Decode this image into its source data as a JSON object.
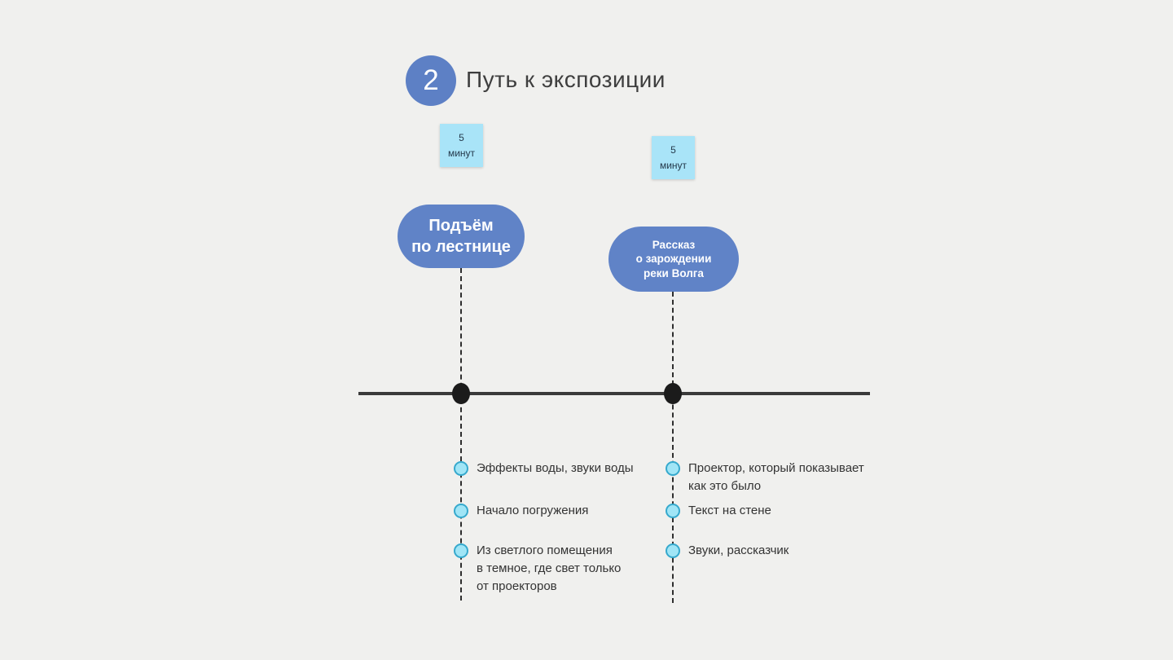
{
  "colors": {
    "background": "#f0f0ee",
    "accent_blue": "#6083c7",
    "sticky_blue": "#a9e4f8",
    "bullet_fill": "#a0e5f6",
    "bullet_border": "#36a9cd",
    "timeline_dark": "#3a3a3a",
    "text_dark": "#333333"
  },
  "header": {
    "step_number": "2",
    "title": "Путь к экспозиции"
  },
  "columns": [
    {
      "duration": {
        "value": "5",
        "unit": "минут"
      },
      "bubble_label": "Подъём\nпо лестнице",
      "notes": [
        "Эффекты воды, звуки воды",
        "Начало погружения",
        "Из светлого помещения\nв темное, где свет только\nот проекторов"
      ]
    },
    {
      "duration": {
        "value": "5",
        "unit": "минут"
      },
      "bubble_label": "Рассказ\nо зарождении\nреки Волга",
      "notes": [
        "Проектор, который показывает\nкак это было",
        "Текст на стене",
        "Звуки, рассказчик"
      ]
    }
  ]
}
